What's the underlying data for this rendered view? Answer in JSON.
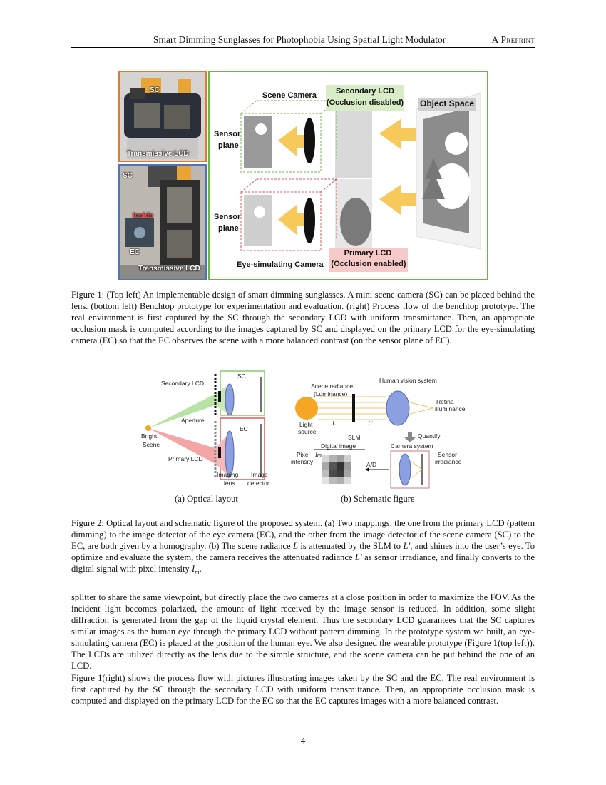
{
  "header": {
    "title": "Smart Dimming Sunglasses for Photophobia Using Spatial Light Modulator",
    "tag": "A Preprint"
  },
  "figure1": {
    "top_left": {
      "sc": "SC",
      "lcd": "Transmissive LCD"
    },
    "bottom_left": {
      "sc": "SC",
      "inside": "Inside",
      "ec": "EC",
      "lcd": "Transmissive LCD"
    },
    "right": {
      "scene_camera": "Scene Camera",
      "secondary_lcd": "Secondary LCD",
      "secondary_lcd_sub": "(Occlusion disabled)",
      "object_space": "Object Space",
      "sensor_plane_1": "Sensor",
      "sensor_plane_1b": "plane",
      "sensor_plane_2": "Sensor",
      "sensor_plane_2b": "plane",
      "primary_lcd": "Primary LCD",
      "primary_lcd_sub": "(Occlusion enabled)",
      "eye_camera": "Eye-simulating Camera"
    },
    "caption": "Figure 1:   (Top left) An implementable design of smart dimming sunglasses. A mini scene camera (SC) can be placed behind the lens. (bottom left) Benchtop prototype for experimentation and evaluation. (right) Process flow of the benchtop prototype. The real environment is first captured by the SC through the secondary LCD with uniform transmittance. Then, an appropriate occlusion mask is computed according to the images captured by SC and displayed on the primary LCD for the eye-simulating camera (EC) so that the EC observes the scene with a more balanced contrast (on the sensor plane of EC)."
  },
  "figure2": {
    "a": {
      "secondary_lcd": "Secondary LCD",
      "sc": "SC",
      "aperture": "Aperture",
      "bright": "Bright",
      "scene": "Scene",
      "ec": "EC",
      "primary_lcd": "Primary LCD",
      "imaging": "Imaging",
      "lens": "lens",
      "image": "Image",
      "detector": "detector",
      "subcaption": "(a) Optical layout"
    },
    "b": {
      "human_vision": "Human vision system",
      "scene_radiance": "Scene radiance",
      "luminance": "(Luminance)",
      "retina": "Retina",
      "illuminance": "illuminance",
      "light": "Light",
      "source": "source",
      "L": "L",
      "Lp": "L′",
      "slm": "SLM",
      "quantify": "Quantify",
      "digital_image": "Digital image",
      "camera_system": "Camera system",
      "pixel": "Pixel",
      "intensity": "intensity",
      "Im": "Im",
      "ad": "A/D",
      "sensor": "Sensor",
      "irradiance": "irradiance",
      "subcaption": "(b) Schematic figure"
    },
    "caption_parts": {
      "p1": "Figure 2: Optical layout and schematic figure of the proposed system. (a) Two mappings, the one from the primary LCD (pattern dimming) to the image detector of the eye camera (EC), and the other from the image detector of the scene camera (SC) to the EC, are both given by a homography. (b) The scene radiance ",
      "L": "L",
      "p2": " is attenuated by the SLM to ",
      "Lp": "L′",
      "p3": ", and shines into the user’s eye. To optimize and evaluate the system, the camera receives the attenuated radiance ",
      "Lp2": "L′",
      "p4": " as sensor irradiance, and finally converts to the digital signal with pixel intensity ",
      "Im": "I",
      "Im_sub": "m",
      "p5": "."
    }
  },
  "body": {
    "para1": "splitter to share the same viewpoint, but directly place the two cameras at a close position in order to maximize the FOV. As the incident light becomes polarized, the amount of light received by the image sensor is reduced. In addition, some slight diffraction is generated from the gap of the liquid crystal element. Thus the secondary LCD guarantees that the SC captures similar images as the human eye through the primary LCD without pattern dimming. In the prototype system we built, an eye-simulating camera (EC) is placed at the position of the human eye. We also designed the wearable prototype (Figure 1(top left)). The LCDs are utilized directly as the lens due to the simple structure, and the scene camera can be put behind the one of an LCD.",
    "para2": "Figure 1(right) shows the process flow with pictures illustrating images taken by the SC and the EC. The real environment is first captured by the SC through the secondary LCD with uniform transmittance. Then, an appropriate occlusion mask is computed and displayed on the primary LCD for the EC so that the EC captures images with a more balanced contrast."
  },
  "page_number": "4",
  "colors": {
    "orange": "#e07a2e",
    "blue": "#4f74b8",
    "green": "#6cb548",
    "arrow": "#f7c85a"
  }
}
